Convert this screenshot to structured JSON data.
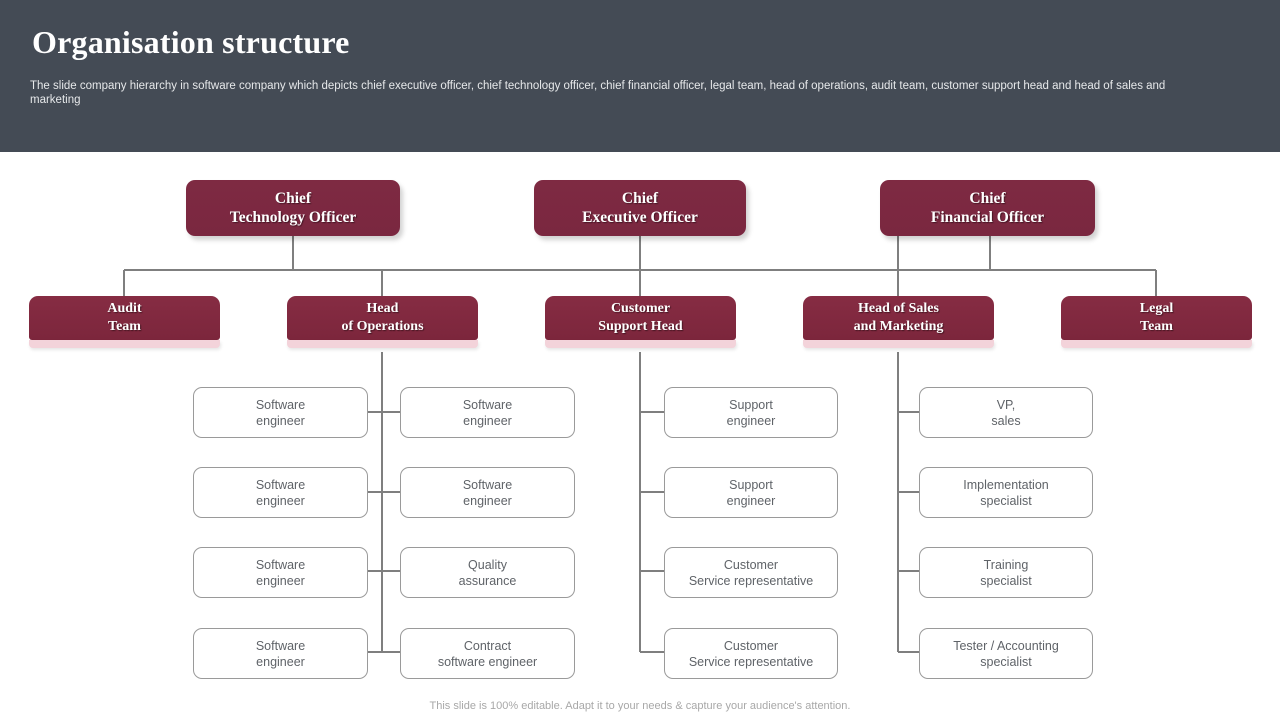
{
  "header": {
    "title": "Organisation structure",
    "subtitle": "The slide company hierarchy in software company which depicts chief executive officer, chief technology officer, chief financial officer, legal team, head of operations, audit team, customer support head and head of sales and marketing"
  },
  "colors": {
    "header_bg": "#444b55",
    "node_maroon": "#7c2840",
    "node_strip_pink": "#f3d3da",
    "connector_gray": "#7f7f7f",
    "leaf_border": "#9a9a9a",
    "leaf_text": "#5f6368"
  },
  "chart_data": {
    "type": "diagram",
    "title": "Organisation structure",
    "level1": [
      {
        "id": "cto",
        "line1": "Chief",
        "line2": "Technology Officer"
      },
      {
        "id": "ceo",
        "line1": "Chief",
        "line2": "Executive Officer"
      },
      {
        "id": "cfo",
        "line1": "Chief",
        "line2": "Financial Officer"
      }
    ],
    "level2": [
      {
        "id": "audit",
        "line1": "Audit",
        "line2": "Team"
      },
      {
        "id": "operations",
        "line1": "Head",
        "line2": "of Operations"
      },
      {
        "id": "support",
        "line1": "Customer",
        "line2": "Support  Head"
      },
      {
        "id": "sales",
        "line1": "Head of Sales",
        "line2": "and  Marketing"
      },
      {
        "id": "legal",
        "line1": "Legal",
        "line2": "Team"
      }
    ],
    "leaves_col1": [
      {
        "line1": "Software",
        "line2": "engineer"
      },
      {
        "line1": "Software",
        "line2": "engineer"
      },
      {
        "line1": "Software",
        "line2": "engineer"
      },
      {
        "line1": "Software",
        "line2": "engineer"
      }
    ],
    "leaves_col2": [
      {
        "line1": "Software",
        "line2": "engineer"
      },
      {
        "line1": "Software",
        "line2": "engineer"
      },
      {
        "line1": "Quality",
        "line2": "assurance"
      },
      {
        "line1": "Contract",
        "line2": "software  engineer"
      }
    ],
    "leaves_col3": [
      {
        "line1": "Support",
        "line2": "engineer"
      },
      {
        "line1": "Support",
        "line2": "engineer"
      },
      {
        "line1": "Customer",
        "line2": "Service  representative"
      },
      {
        "line1": "Customer",
        "line2": "Service  representative"
      }
    ],
    "leaves_col4": [
      {
        "line1": "VP,",
        "line2": "sales"
      },
      {
        "line1": "Implementation",
        "line2": "specialist"
      },
      {
        "line1": "Training",
        "line2": "specialist"
      },
      {
        "line1": "Tester / Accounting",
        "line2": "specialist"
      }
    ]
  },
  "footer": {
    "note": "This slide is 100% editable. Adapt it to your needs & capture your audience's attention."
  }
}
